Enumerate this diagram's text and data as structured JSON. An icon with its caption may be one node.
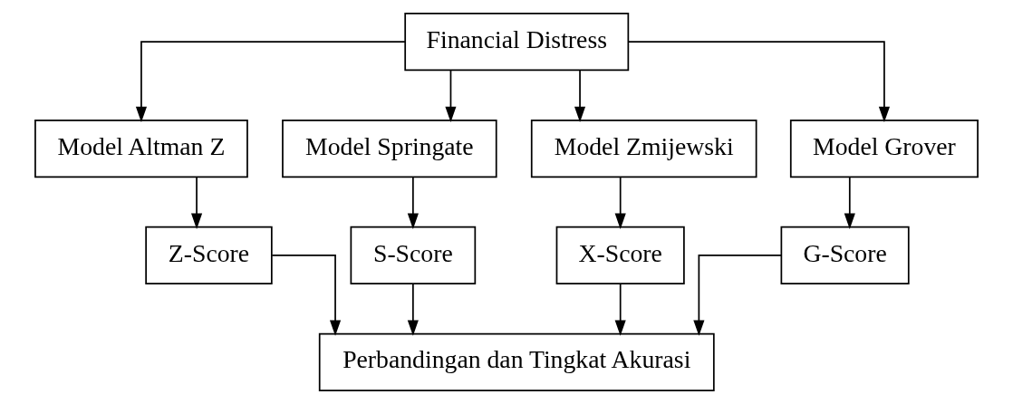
{
  "diagram": {
    "nodes": [
      {
        "text": [
          "Financial Distress"
        ]
      },
      {
        "text": [
          "Model Altman Z"
        ]
      },
      {
        "text": [
          "Model Springate"
        ]
      },
      {
        "text": [
          "Model Zmijewski"
        ]
      },
      {
        "text": [
          "Model Grover"
        ]
      },
      {
        "text": [
          "Z-Score"
        ]
      },
      {
        "text": [
          "S-Score"
        ]
      },
      {
        "text": [
          "X-Score"
        ]
      },
      {
        "text": [
          "G-Score"
        ]
      },
      {
        "text": [
          "Perbandingan dan Tingkat Akurasi"
        ]
      }
    ],
    "edges": [
      {
        "from": 0,
        "to": 1,
        "arrow": "to"
      },
      {
        "from": 0,
        "to": 2,
        "arrow": "to"
      },
      {
        "from": 0,
        "to": 3,
        "arrow": "to"
      },
      {
        "from": 0,
        "to": 4,
        "arrow": "to"
      },
      {
        "from": 1,
        "to": 5,
        "arrow": "to"
      },
      {
        "from": 2,
        "to": 6,
        "arrow": "to"
      },
      {
        "from": 3,
        "to": 7,
        "arrow": "to"
      },
      {
        "from": 4,
        "to": 8,
        "arrow": "to"
      },
      {
        "from": 5,
        "to": 9,
        "arrow": "to"
      },
      {
        "from": 6,
        "to": 9,
        "arrow": "to"
      },
      {
        "from": 7,
        "to": 9,
        "arrow": "to"
      },
      {
        "from": 8,
        "to": 9,
        "arrow": "to"
      }
    ]
  }
}
